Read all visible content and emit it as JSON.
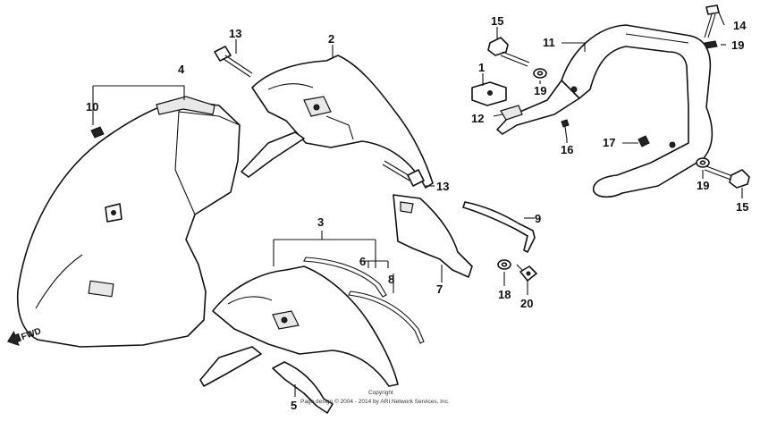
{
  "callouts": {
    "c1": "1",
    "c2": "2",
    "c3": "3",
    "c4": "4",
    "c5": "5",
    "c6": "6",
    "c7": "7",
    "c8": "8",
    "c9": "9",
    "c10": "10",
    "c11": "11",
    "c12": "12",
    "c13a": "13",
    "c13b": "13",
    "c14": "14",
    "c15a": "15",
    "c15b": "15",
    "c16": "16",
    "c17": "17",
    "c18": "18",
    "c19a": "19",
    "c19b": "19",
    "c19c": "19",
    "c20": "20"
  },
  "direction_label": "FWD",
  "copyright": {
    "line1": "Copyright",
    "line2": "Page design © 2004 - 2014 by ARI Network Services, Inc."
  }
}
